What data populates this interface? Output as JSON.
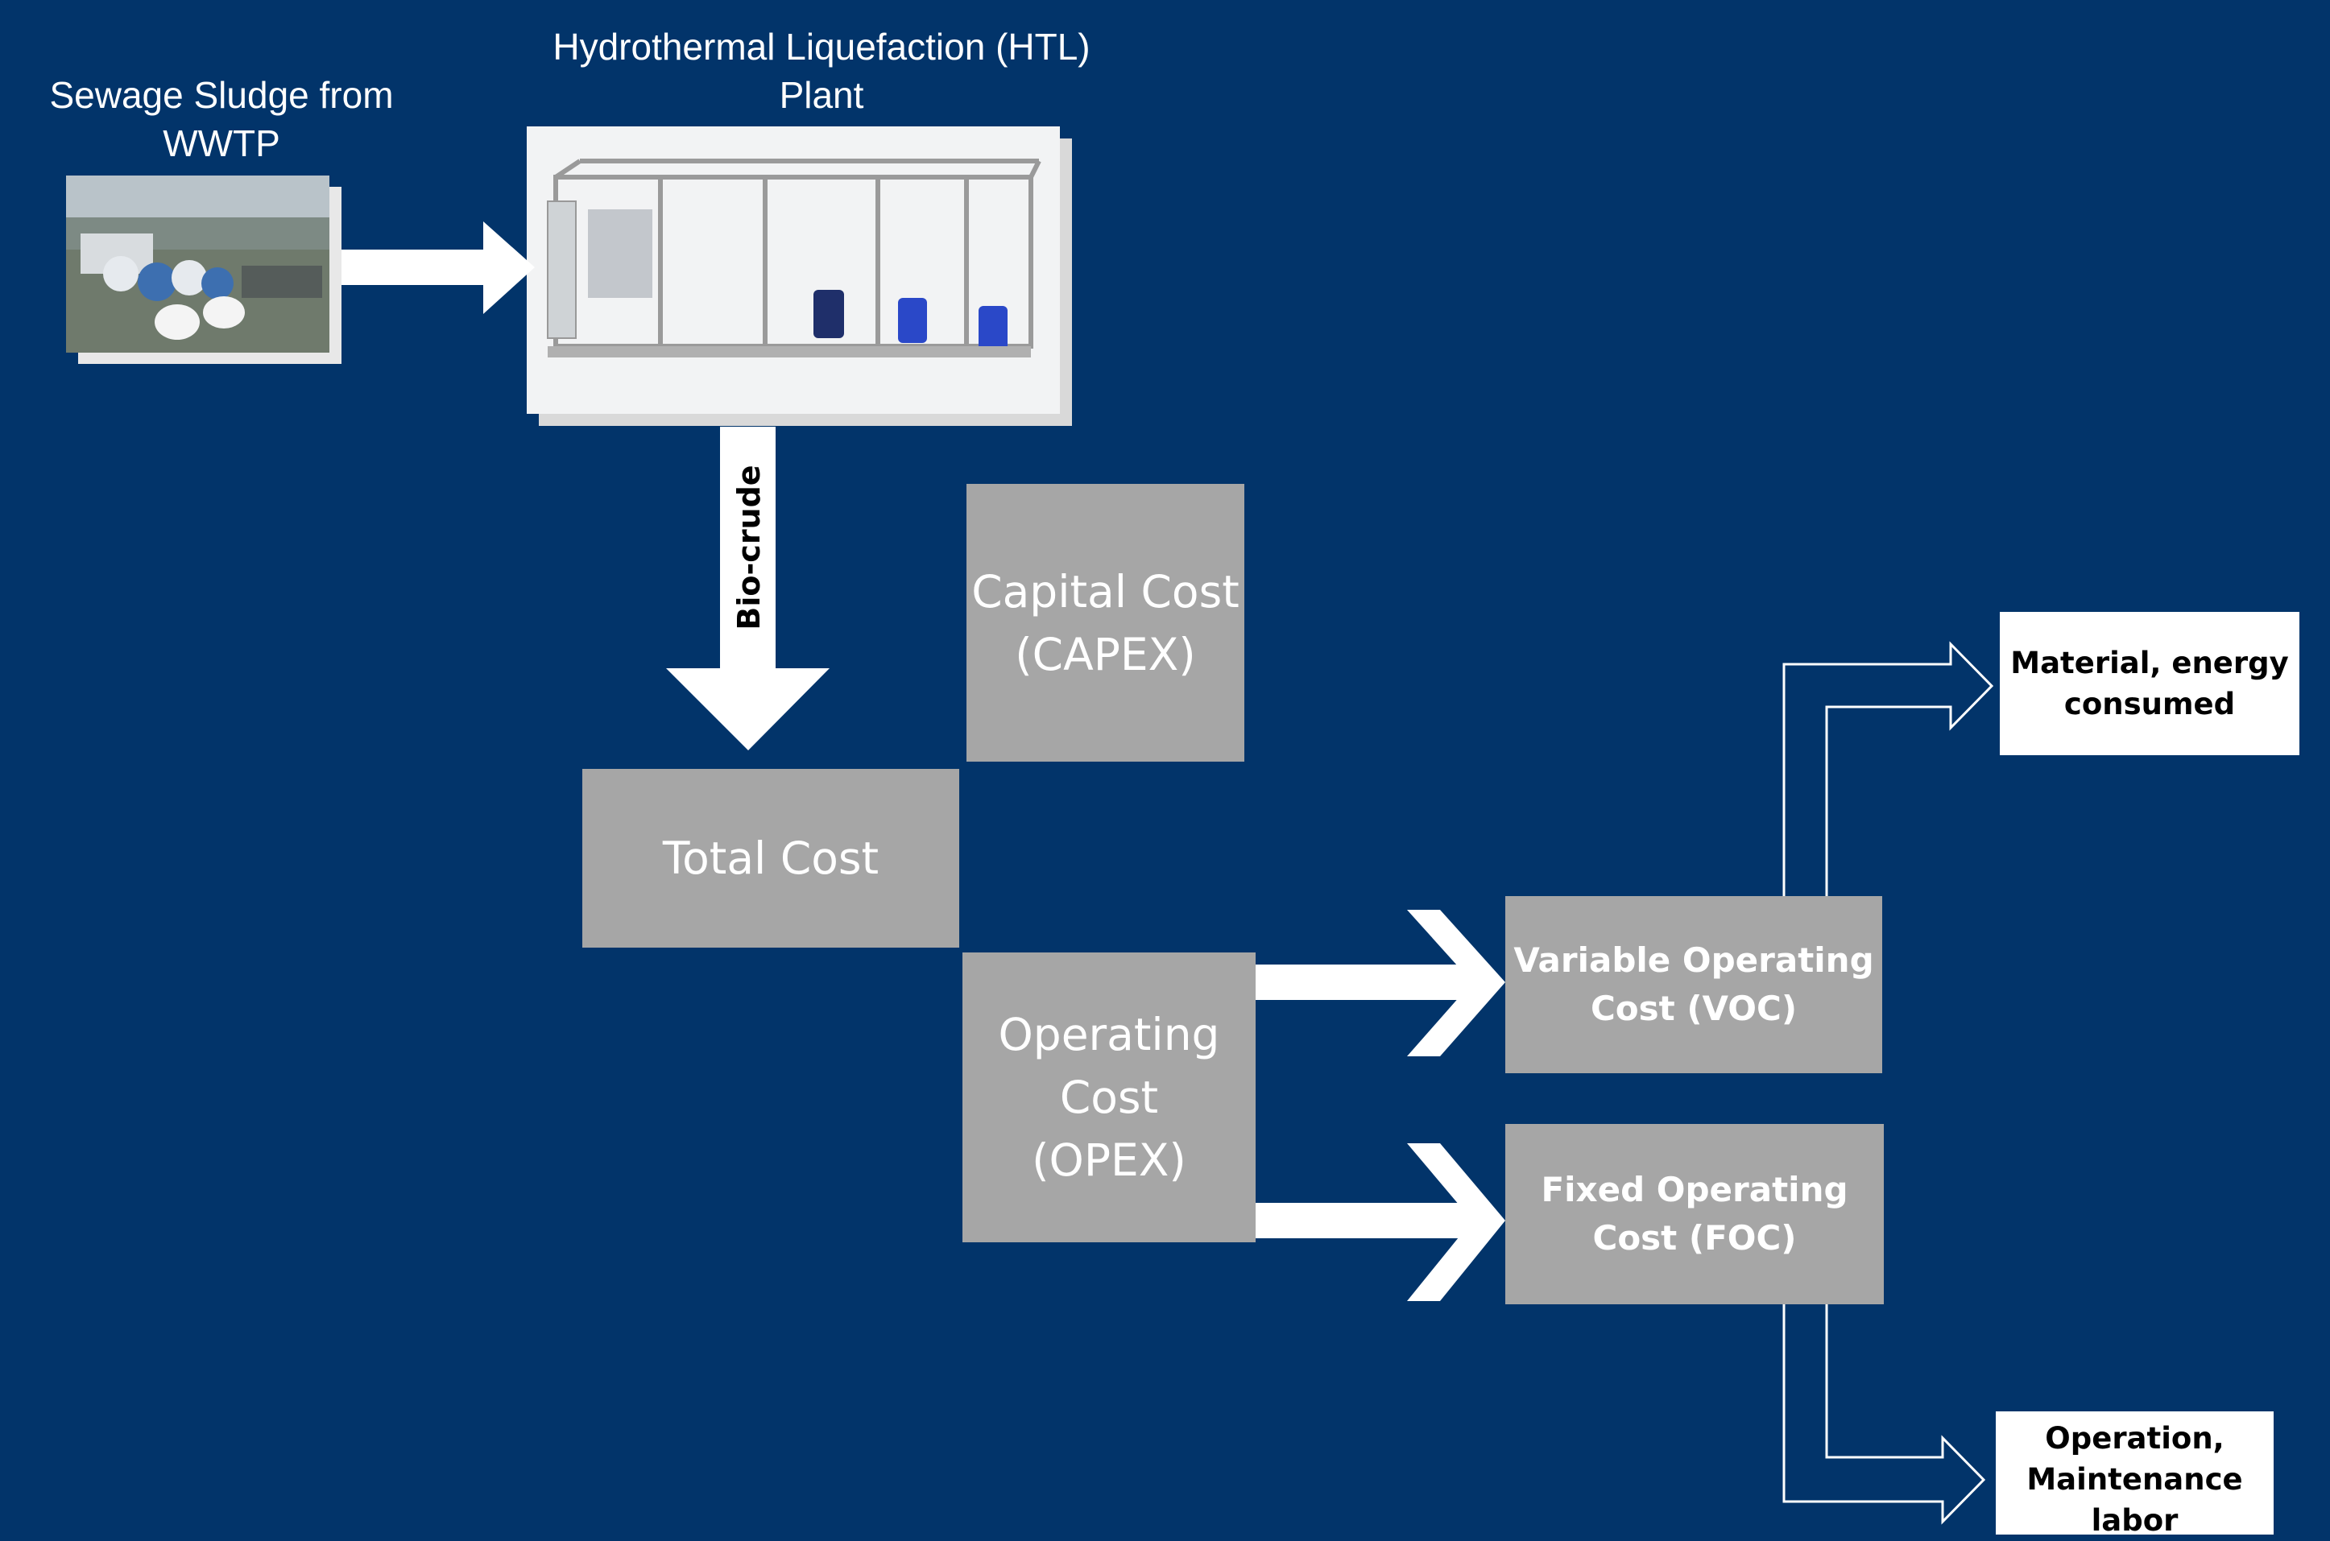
{
  "source": {
    "caption": "Sewage Sludge from\nWWTP",
    "icon": "wastewater-treatment-plant-photo"
  },
  "plant": {
    "caption": "Hydrothermal Liquefaction (HTL)\nPlant",
    "icon": "htl-plant-rendering"
  },
  "flow_label": "Bio-crude",
  "boxes": {
    "capital_cost": "Capital Cost\n(CAPEX)",
    "total_cost": "Total Cost",
    "operating_cost": "Operating\nCost\n(OPEX)",
    "variable_operating_cost": "Variable Operating\nCost (VOC)",
    "fixed_operating_cost": "Fixed Operating\nCost (FOC)",
    "material_energy": "Material, energy\nconsumed",
    "operation_labor": "Operation,\nMaintenance\nlabor"
  },
  "colors": {
    "background": "#02346A",
    "box": "#A6A6A6",
    "arrow": "#FFFFFF",
    "text_light": "#FFFFFF",
    "text_dark": "#000000"
  }
}
